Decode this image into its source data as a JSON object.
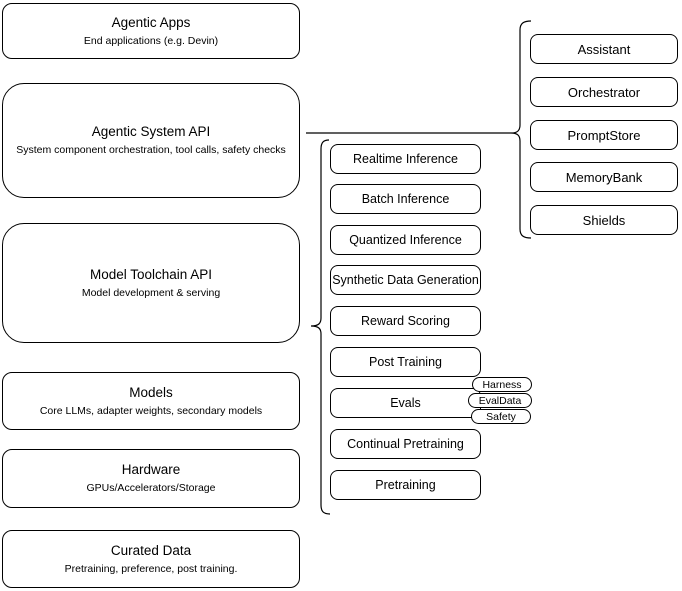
{
  "diagram": {
    "colors": {
      "stroke": "#000000",
      "background": "#ffffff"
    },
    "stack": [
      {
        "title": "Agentic Apps",
        "subtitle": "End applications (e.g. Devin)"
      },
      {
        "title": "Agentic System API",
        "subtitle": "System component orchestration, tool calls, safety checks"
      },
      {
        "title": "Model Toolchain API",
        "subtitle": "Model development & serving"
      },
      {
        "title": "Models",
        "subtitle": "Core LLMs, adapter weights, secondary models"
      },
      {
        "title": "Hardware",
        "subtitle": "GPUs/Accelerators/Storage"
      },
      {
        "title": "Curated Data",
        "subtitle": "Pretraining, preference, post training."
      }
    ],
    "toolchain_services": [
      "Realtime Inference",
      "Batch Inference",
      "Quantized Inference",
      "Synthetic Data Generation",
      "Reward Scoring",
      "Post Training",
      "Evals",
      "Continual Pretraining",
      "Pretraining"
    ],
    "eval_tags": [
      "Harness",
      "EvalData",
      "Safety"
    ],
    "system_components": [
      "Assistant",
      "Orchestrator",
      "PromptStore",
      "MemoryBank",
      "Shields"
    ]
  }
}
